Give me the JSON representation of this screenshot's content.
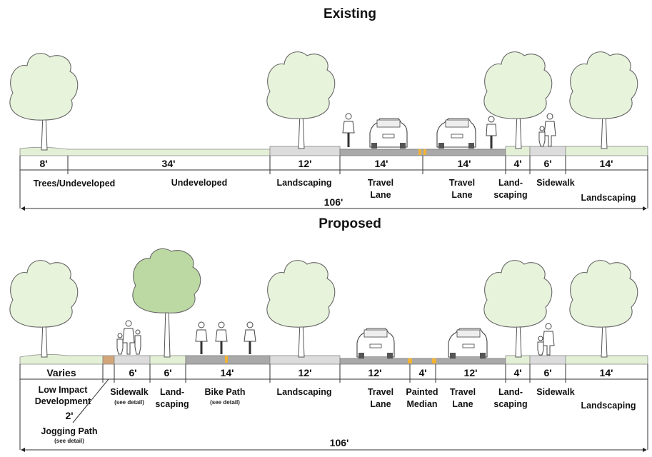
{
  "sections": {
    "existing": {
      "title": "Existing",
      "segments": [
        {
          "dim": "8'",
          "label": [
            "Trees/Undeveloped"
          ]
        },
        {
          "dim": "34'",
          "label": [
            "Undeveloped"
          ]
        },
        {
          "dim": "12'",
          "label": [
            "Landscaping"
          ]
        },
        {
          "dim": "14'",
          "label": [
            "Travel",
            "Lane"
          ]
        },
        {
          "dim": "14'",
          "label": [
            "Travel",
            "Lane"
          ]
        },
        {
          "dim": "4'",
          "label": [
            "Land-",
            "scaping"
          ]
        },
        {
          "dim": "6'",
          "label": [
            "Sidewalk"
          ]
        },
        {
          "dim": "14'",
          "label": [
            "Landscaping"
          ]
        }
      ],
      "total": "106'"
    },
    "proposed": {
      "title": "Proposed",
      "segments": [
        {
          "dim": "Varies",
          "label": [
            "Low Impact",
            "Development"
          ]
        },
        {
          "dim": "2'",
          "label": [
            "Jogging Path"
          ],
          "note": "(see detail)"
        },
        {
          "dim": "6'",
          "label": [
            "Sidewalk"
          ],
          "note": "(see detail)"
        },
        {
          "dim": "6'",
          "label": [
            "Land-",
            "scaping"
          ]
        },
        {
          "dim": "14'",
          "label": [
            "Bike Path"
          ],
          "note": "(see detail)"
        },
        {
          "dim": "12'",
          "label": [
            "Landscaping"
          ]
        },
        {
          "dim": "12'",
          "label": [
            "Travel",
            "Lane"
          ]
        },
        {
          "dim": "4'",
          "label": [
            "Painted",
            "Median"
          ]
        },
        {
          "dim": "12'",
          "label": [
            "Travel",
            "Lane"
          ]
        },
        {
          "dim": "4'",
          "label": [
            "Land-",
            "scaping"
          ]
        },
        {
          "dim": "6'",
          "label": [
            "Sidewalk"
          ]
        },
        {
          "dim": "14'",
          "label": [
            "Landscaping"
          ]
        }
      ],
      "total": "106'"
    }
  },
  "colors": {
    "tree_canopy": "#e8f3dc",
    "tree_canopy_new": "#bcd9a3",
    "grass": "#e3f0d6",
    "pavement": "#a9a9a9",
    "concrete": "#dcdcdc",
    "jogging": "#d2a679",
    "stripe": "#f2b233"
  }
}
